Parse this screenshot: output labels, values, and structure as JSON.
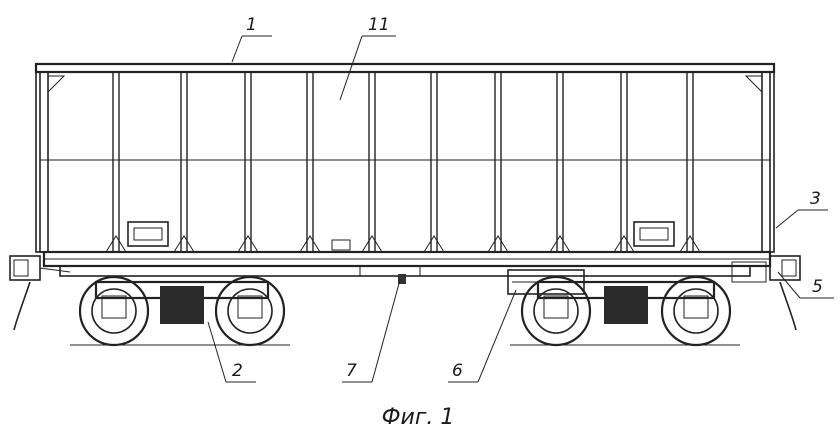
{
  "callouts": {
    "c1": "1",
    "c11": "11",
    "c3": "3",
    "c5": "5",
    "c2": "2",
    "c7": "7",
    "c6": "6"
  },
  "caption": "Фиг. 1"
}
